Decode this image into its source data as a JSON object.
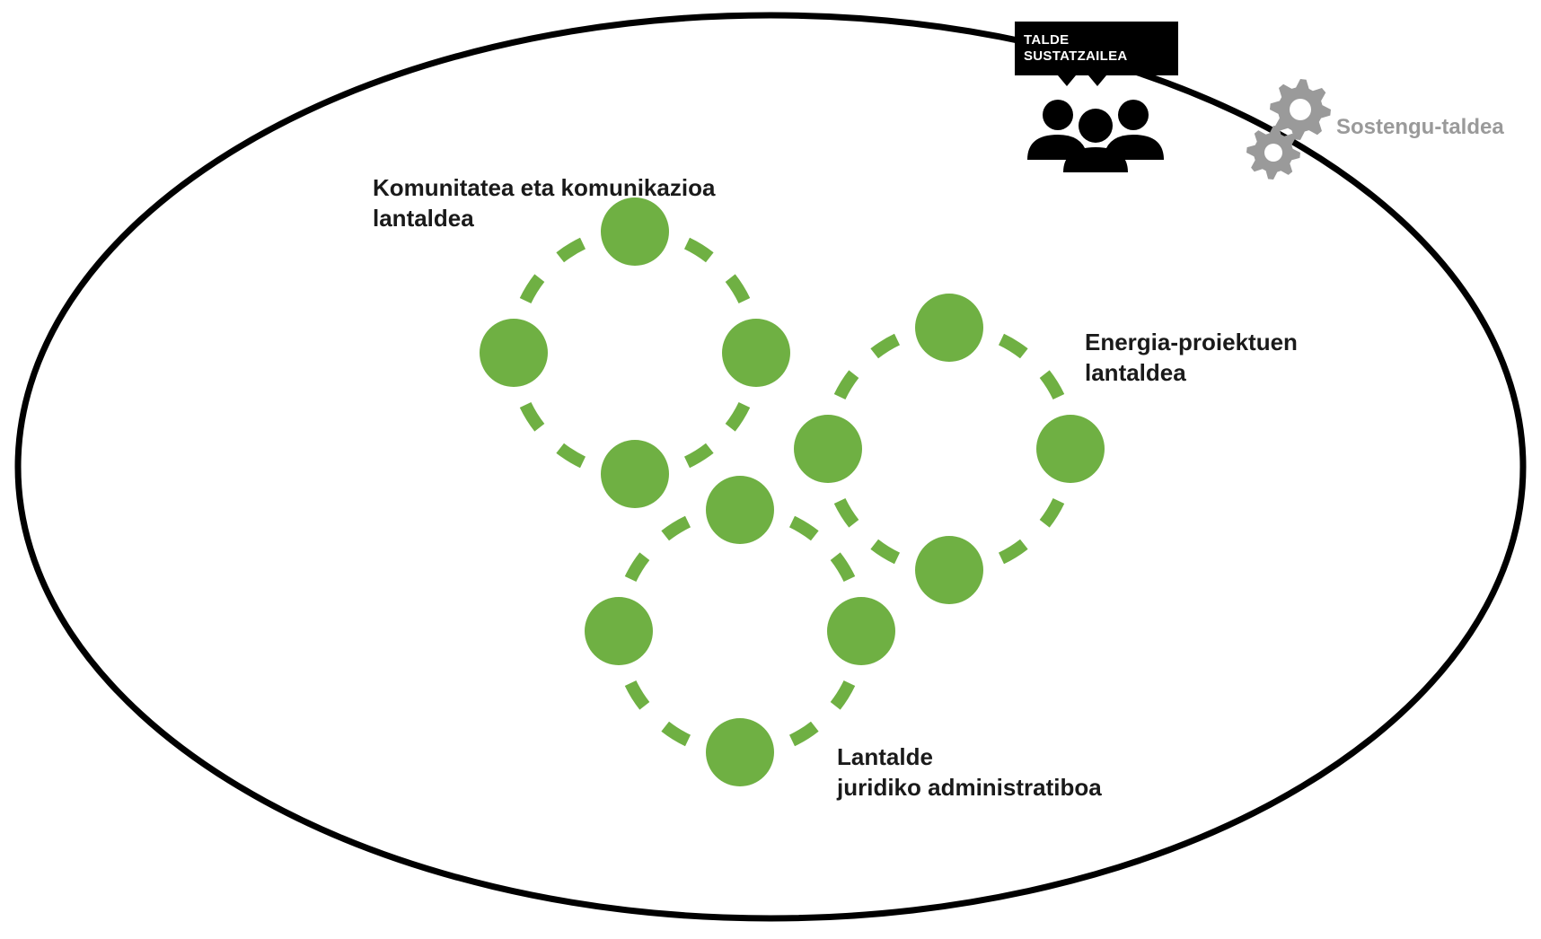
{
  "diagram": {
    "colors": {
      "node": "#6fb043",
      "outline": "#000000",
      "support_gray": "#9a9a9a",
      "promoter_box": "#000000"
    },
    "promoter_group": {
      "line1": "TALDE",
      "line2": "SUSTATZAILEA",
      "icon": "people-group-icon"
    },
    "support_group": {
      "label": "Sostengu-taldea",
      "icon": "gears-icon"
    },
    "working_groups": [
      {
        "id": "community",
        "line1": "Komunitatea eta komunikazioa",
        "line2": "lantaldea",
        "node_count": 4
      },
      {
        "id": "energy",
        "line1": "Energia-proiektuen",
        "line2": "lantaldea",
        "node_count": 4
      },
      {
        "id": "legal",
        "line1": "Lantalde",
        "line2": "juridiko administratiboa",
        "node_count": 4
      }
    ]
  }
}
